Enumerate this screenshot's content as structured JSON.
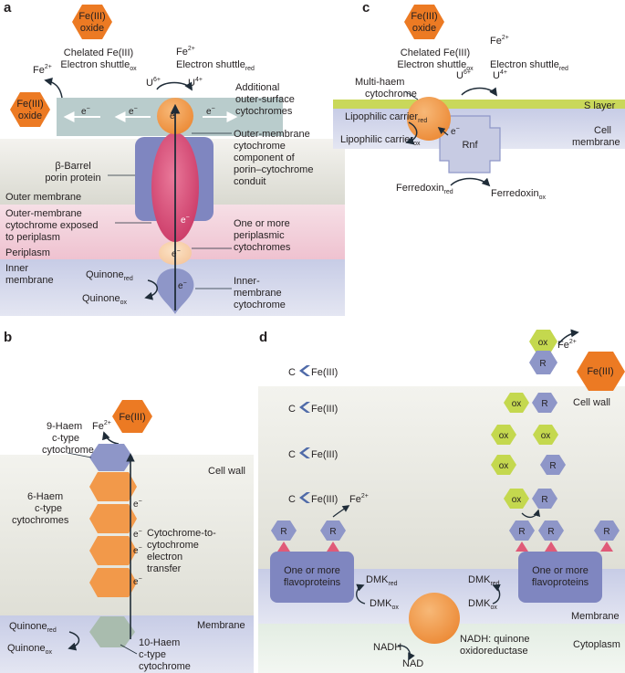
{
  "colors": {
    "iron_oxide": "#ec7a23",
    "cytochrome_orange": "#f2994a",
    "porin": "#7f86c0",
    "outer_membrane_cyt": "#d7426a",
    "inner_membrane_cyt": "#8e96c8",
    "heme10": "#a9bcae",
    "ox_lime": "#c4d84e",
    "s_layer": "#c9d85a",
    "membrane_band": "#d0d4ea",
    "cell_wall_band": "#e6e6df",
    "periplasm_band": "#f4d6df",
    "arrow_dark": "#1f2c38"
  },
  "panels": {
    "a": {
      "letter": "a",
      "fe3_oxide_top": [
        "Fe(III)",
        "oxide"
      ],
      "chelated": "Chelated Fe(III)",
      "shuttle_ox": "Electron shuttle",
      "shuttle_ox_sub": "ox",
      "fe2_top": "Fe",
      "fe2_top_sup": "2+",
      "shuttle_red": "Electron shuttle",
      "shuttle_red_sub": "red",
      "u6": "U",
      "u6_sup": "6+",
      "u4": "U",
      "u4_sup": "4+",
      "fe2_left": "Fe",
      "fe2_left_sup": "2+",
      "fe3_oxide_left": [
        "Fe(III)",
        "oxide"
      ],
      "electron": "e",
      "electron_sup": "−",
      "additional": [
        "Additional",
        "outer-surface",
        "cytochromes"
      ],
      "om_component": [
        "Outer-membrane",
        "cytochrome",
        "component of",
        "porin–cytochrome",
        "conduit"
      ],
      "porin": [
        "β-Barrel",
        "porin protein"
      ],
      "outer_membrane": "Outer membrane",
      "om_exposed": [
        "Outer-membrane",
        "cytochrome exposed",
        "to periplasm"
      ],
      "periplasmic": [
        "One or more",
        "periplasmic",
        "cytochromes"
      ],
      "periplasm": "Periplasm",
      "inner_membrane": [
        "Inner",
        "membrane"
      ],
      "quinone_red": "Quinone",
      "quinone_red_sub": "red",
      "quinone_ox": "Quinone",
      "quinone_ox_sub": "ox",
      "im_cyt": [
        "Inner-",
        "membrane",
        "cytochrome"
      ]
    },
    "b": {
      "letter": "b",
      "fe3": "Fe(III)",
      "fe2": "Fe",
      "fe2_sup": "2+",
      "heme9": [
        "9-Haem",
        "c-type",
        "cytochrome"
      ],
      "cell_wall": "Cell wall",
      "heme6": [
        "6-Haem",
        "c-type",
        "cytochromes"
      ],
      "transfer": [
        "Cytochrome-to-",
        "cytochrome",
        "electron",
        "transfer"
      ],
      "electron": "e",
      "electron_sup": "−",
      "membrane": "Membrane",
      "quinone_red": "Quinone",
      "quinone_red_sub": "red",
      "quinone_ox": "Quinone",
      "quinone_ox_sub": "ox",
      "heme10": [
        "10-Haem",
        "c-type",
        "cytochrome"
      ]
    },
    "c": {
      "letter": "c",
      "fe3_oxide": [
        "Fe(III)",
        "oxide"
      ],
      "chelated": "Chelated Fe(III)",
      "shuttle_ox": "Electron shuttle",
      "shuttle_ox_sub": "ox",
      "fe2": "Fe",
      "fe2_sup": "2+",
      "shuttle_red": "Electron shuttle",
      "shuttle_red_sub": "red",
      "u6": "U",
      "u6_sup": "6+",
      "u4": "U",
      "u4_sup": "4+",
      "multi_haem": [
        "Multi-haem",
        "cytochrome"
      ],
      "s_layer": "S layer",
      "lipo_red": "Lipophilic carrier",
      "lipo_red_sub": "red",
      "lipo_ox": "Lipophilic carrier",
      "lipo_ox_sub": "ox",
      "electron": "e",
      "electron_sup": "−",
      "rnf": "Rnf",
      "cell_membrane": [
        "Cell",
        "membrane"
      ],
      "ferredoxin_red": "Ferredoxin",
      "ferredoxin_red_sub": "red",
      "ferredoxin_ox": "Ferredoxin",
      "ferredoxin_ox_sub": "ox"
    },
    "d": {
      "letter": "d",
      "fe2": "Fe",
      "fe2_sup": "2+",
      "ox": "ox",
      "r": "R",
      "fe3": "Fe(III)",
      "c": "C",
      "fe3_small": "Fe(III)",
      "cell_wall": "Cell wall",
      "flavo": [
        "One or more",
        "flavoproteins"
      ],
      "dmk_red": "DMK",
      "dmk_red_sub": "red",
      "dmk_ox": "DMK",
      "dmk_ox_sub": "ox",
      "membrane": "Membrane",
      "nadh_label": [
        "NADH: quinone",
        "oxidoreductase"
      ],
      "cytoplasm": "Cytoplasm",
      "nadh": "NADH",
      "nad": "NAD"
    }
  }
}
